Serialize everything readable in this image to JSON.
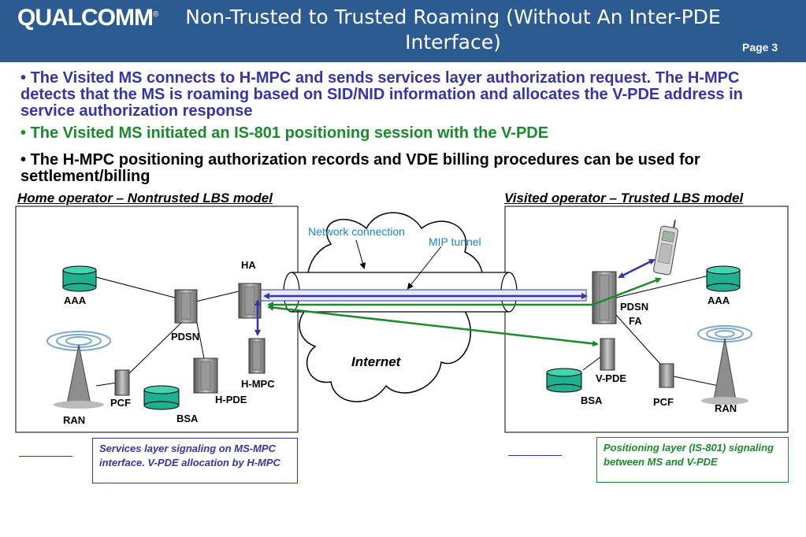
{
  "header": {
    "logo_text": "QUALCOMM",
    "logo_mark": "®",
    "title": "Non-Trusted to Trusted Roaming (Without An Inter-PDE Interface)",
    "page": "Page 3"
  },
  "bullets": [
    "The Visited MS connects to H-MPC and sends services layer authorization request. The H-MPC detects that the MS is roaming based on SID/NID information and allocates the V-PDE address in service authorization response",
    "The Visited MS initiated an IS-801 positioning session with the V-PDE",
    "The H-MPC positioning authorization records and VDE billing procedures can be used for settlement/billing"
  ],
  "diagram": {
    "home_model": "Home operator – Nontrusted LBS model",
    "visited_model": "Visited operator – Trusted LBS model",
    "home_nodes": {
      "aaa": "AAA",
      "pdsn": "PDSN",
      "ha": "HA",
      "hmpc": "H-MPC",
      "hpde": "H-PDE",
      "pcf": "PCF",
      "bsa": "BSA",
      "ran": "RAN"
    },
    "visited_nodes": {
      "aaa": "AAA",
      "pdsn": "PDSN",
      "fa": "FA",
      "vpde": "V-PDE",
      "pcf": "PCF",
      "bsa": "BSA",
      "ran": "RAN"
    },
    "internet": "Internet",
    "network_connection": "Network connection",
    "mip_tunnel": "MIP tunnel",
    "colors": {
      "services_layer": "#3535a8",
      "positioning_layer": "#1a8a2c",
      "header": "#2c5b92",
      "callout": "#1a83d1"
    }
  },
  "legend": {
    "services": "Services layer signaling on MS-MPC interface. V-PDE allocation by H-MPC",
    "positioning": "Positioning layer (IS-801) signaling between MS and V-PDE"
  }
}
